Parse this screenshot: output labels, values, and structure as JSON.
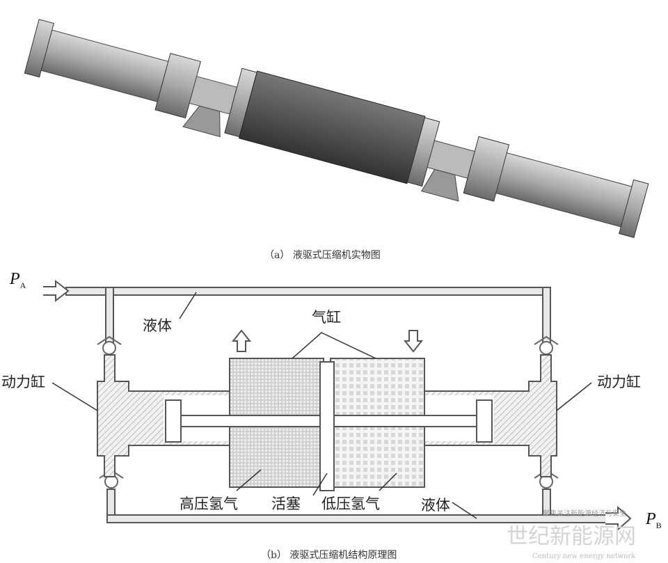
{
  "captions": {
    "a": "（a） 液驱式压缩机实物图",
    "b": "（b） 液驱式压缩机结构原理图"
  },
  "labels": {
    "pa_main": "P",
    "pa_sub": "A",
    "pb_main": "P",
    "pb_sub": "B",
    "liquid_top": "液体",
    "gas_cylinder": "气缸",
    "power_cylinder_left": "动力缸",
    "power_cylinder_right": "动力缸",
    "high_pressure_h2": "高压氢气",
    "piston": "活塞",
    "low_pressure_h2": "低压氢气",
    "liquid_bottom": "液体"
  },
  "watermark": {
    "slogan": "聚焦关注新能源经济与安全",
    "name": "世纪新能源网",
    "english": "Century new energy network"
  }
}
